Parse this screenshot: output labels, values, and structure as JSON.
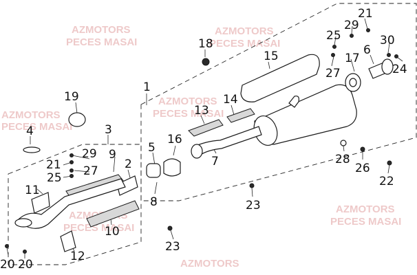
{
  "callouts": {
    "c1": "1",
    "c2": "2",
    "c3": "3",
    "c4": "4",
    "c5": "5",
    "c6": "6",
    "c7": "7",
    "c8": "8",
    "c9": "9",
    "c10": "10",
    "c11": "11",
    "c12": "12",
    "c13": "13",
    "c14": "14",
    "c15": "15",
    "c16": "16",
    "c17": "17",
    "c18": "18",
    "c19": "19",
    "c20a": "20",
    "c20b": "20",
    "c21a": "21",
    "c21b": "21",
    "c22": "22",
    "c23a": "23",
    "c23b": "23",
    "c24": "24",
    "c25a": "25",
    "c25b": "25",
    "c26": "26",
    "c27a": "27",
    "c27b": "27",
    "c28": "28",
    "c29a": "29",
    "c29b": "29",
    "c30": "30"
  },
  "watermark": {
    "line1": "AZMOTORS",
    "line2": "PECES MASAI"
  },
  "colors": {
    "line": "#1a1a1a",
    "watermark": "#e9b8b8",
    "background": "#ffffff"
  }
}
